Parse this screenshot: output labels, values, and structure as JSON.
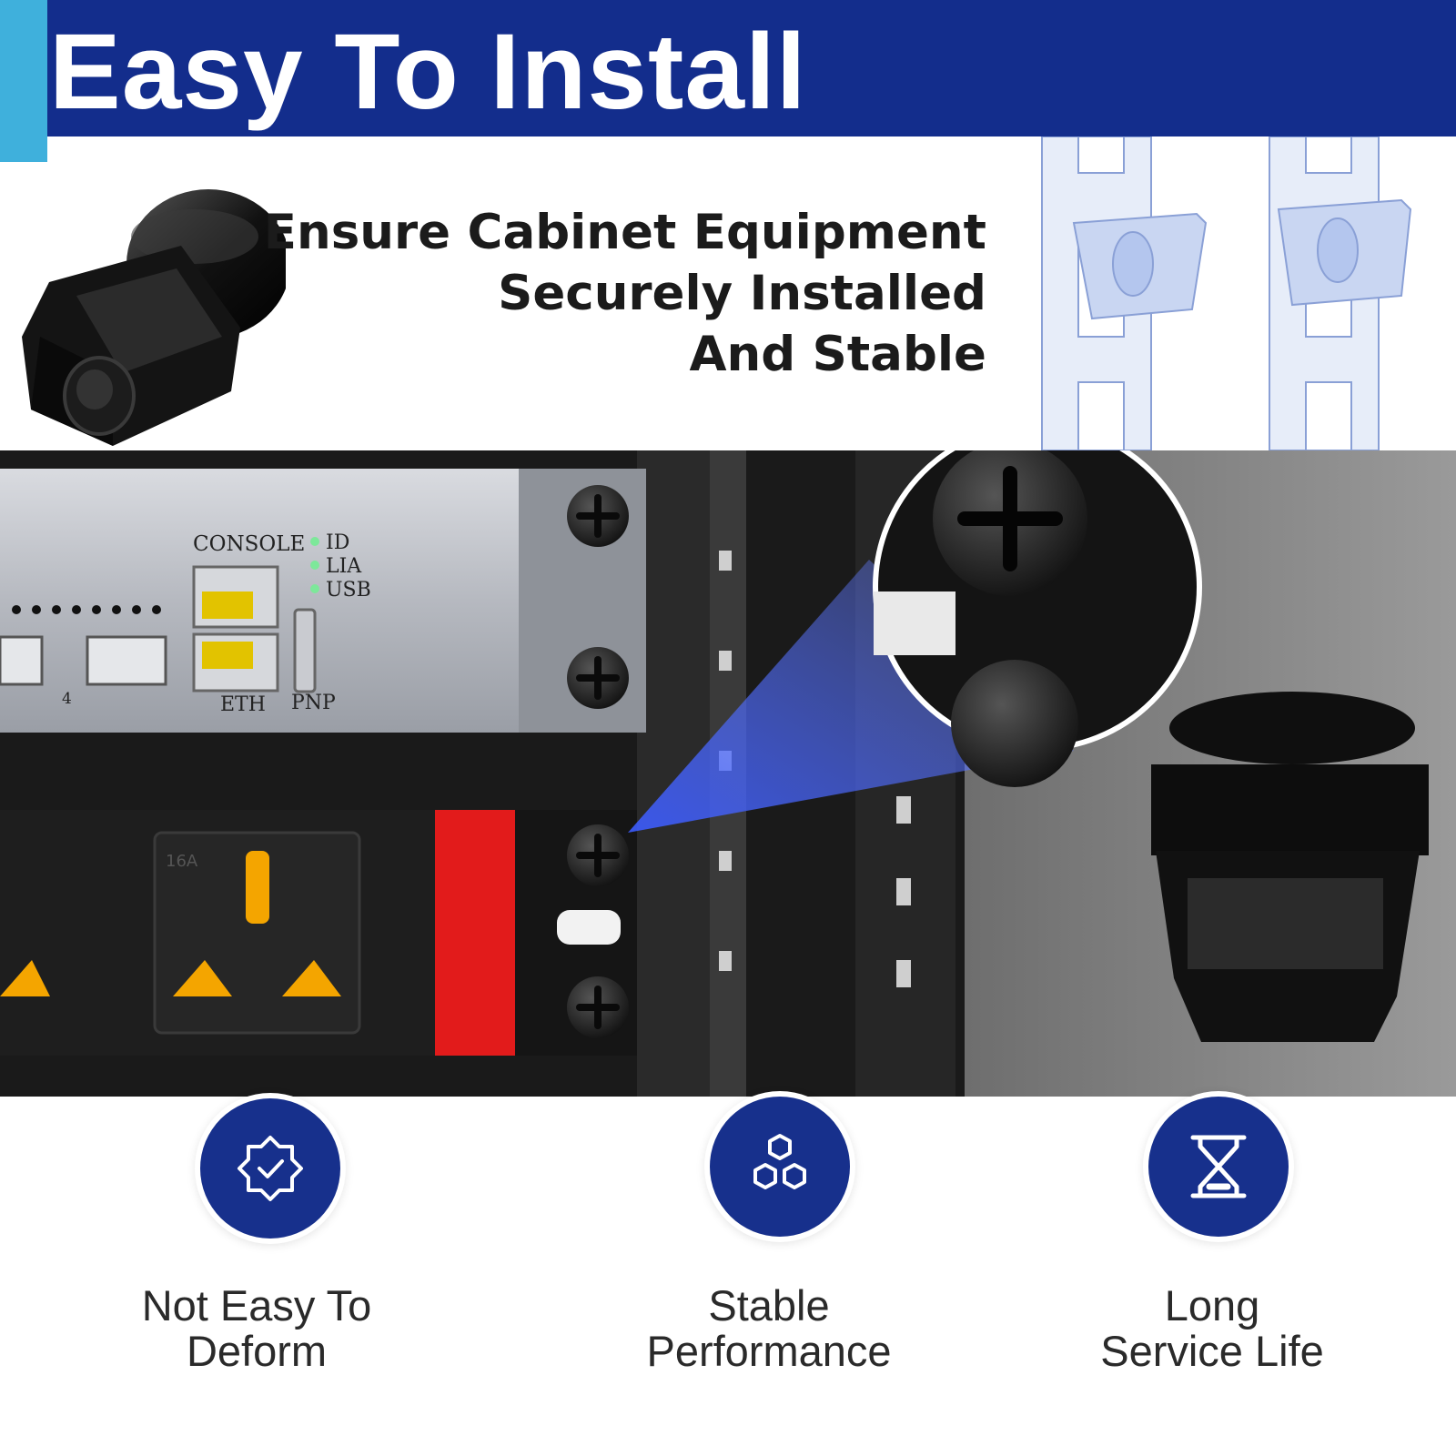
{
  "header": {
    "title": "Easy To Install",
    "background_color": "#132d8c",
    "accent_color": "#3fb0dc"
  },
  "tagline": {
    "line1": "Ensure Cabinet Equipment",
    "line2": "Securely Installed",
    "line3": "And Stable"
  },
  "panel": {
    "console_label": "CONSOLE",
    "led_id": "ID",
    "led_lia": "LIA",
    "led_usb": "USB",
    "eth_label": "ETH",
    "pnp_label": "PNP",
    "port_number": "4",
    "pdu_rating": "16A"
  },
  "features": [
    {
      "icon": "shield-check-icon",
      "line1": "Not Easy To",
      "line2": "Deform"
    },
    {
      "icon": "hexagons-icon",
      "line1": "Stable",
      "line2": "Performance"
    },
    {
      "icon": "hourglass-icon",
      "line1": "Long",
      "line2": "Service Life"
    }
  ],
  "colors": {
    "brand_blue": "#17308c",
    "pdu_red": "#e21b1b",
    "led_green": "#7de89a"
  }
}
